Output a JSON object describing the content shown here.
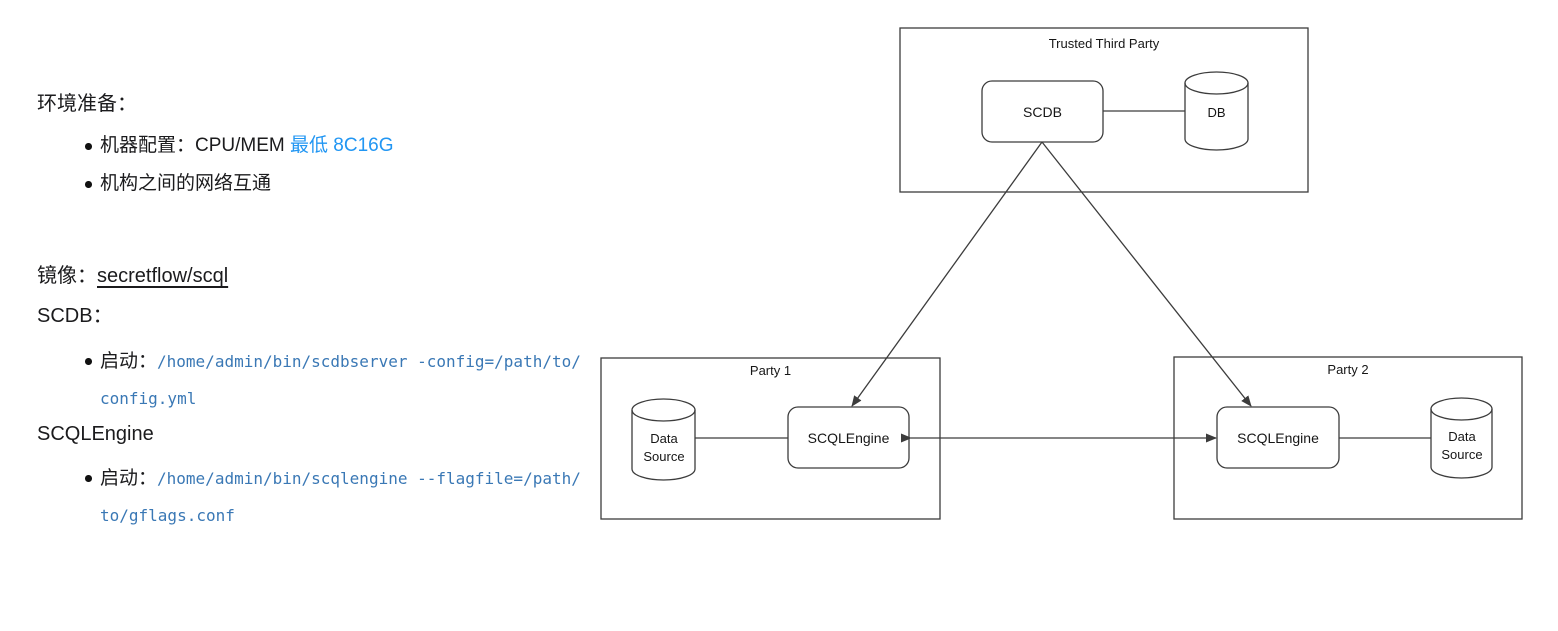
{
  "notes": {
    "env_title": "环境准备：",
    "machine_item": {
      "prefix": "机器配置：CPU/MEM ",
      "highlight": "最低 8C16G"
    },
    "network_item": "机构之间的网络互通",
    "image_line": {
      "label": "镜像：",
      "name": "secretflow/scql"
    },
    "scdb": {
      "title": "SCDB：",
      "start_label": "启动：",
      "cmd_line1": "/home/admin/bin/scdbserver -config=/path/to/",
      "cmd_line2": "config.yml"
    },
    "scqlengine": {
      "title": "SCQLEngine",
      "start_label": "启动：",
      "cmd_line1": "/home/admin/bin/scqlengine --flagfile=/path/",
      "cmd_line2": "to/gflags.conf"
    }
  },
  "diagram": {
    "trusted_third_party": {
      "title": "Trusted Third Party",
      "scdb_node": "SCDB",
      "db_node": "DB"
    },
    "party1": {
      "title": "Party 1",
      "data_source_node": "Data Source",
      "engine_node": "SCQLEngine"
    },
    "party2": {
      "title": "Party 2",
      "data_source_node": "Data Source",
      "engine_node": "SCQLEngine"
    }
  },
  "colors": {
    "highlight_blue": "#2196f3",
    "code_blue": "#3a78b5",
    "diagram_stroke": "#3c3c3c",
    "text": "#1b1b1d",
    "background": "#ffffff"
  }
}
